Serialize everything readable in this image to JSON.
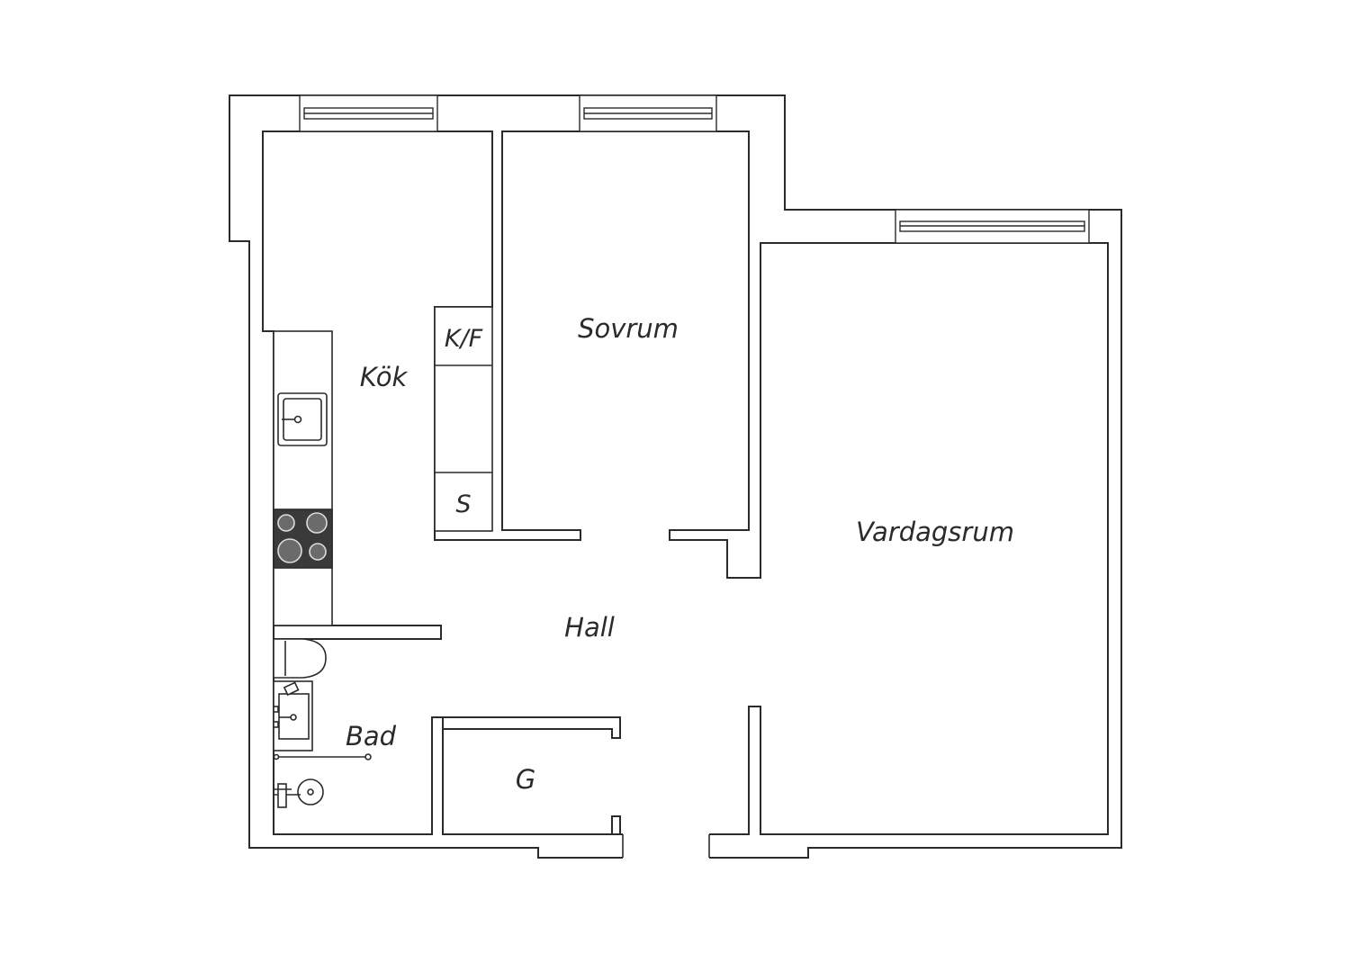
{
  "rooms": {
    "kitchen": "Kök",
    "bedroom": "Sovrum",
    "living_room": "Vardagsrum",
    "hall": "Hall",
    "bathroom": "Bad",
    "closet": "G",
    "fridge_freezer": "K/F",
    "cabinet": "S"
  }
}
